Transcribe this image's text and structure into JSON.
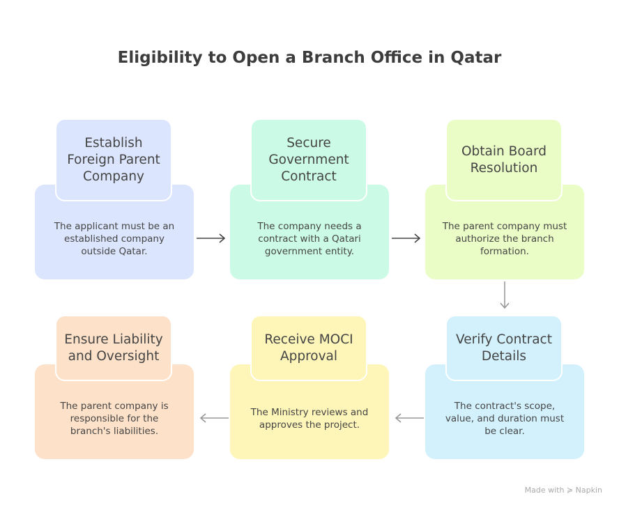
{
  "title": "Eligibility to Open a Branch Office in Qatar",
  "steps": [
    {
      "title": "Establish Foreign Parent Company",
      "text": "The applicant must be an established company outside Qatar.",
      "color": "#dbe5fd"
    },
    {
      "title": "Secure Government Contract",
      "text": "The company needs a contract with a Qatari government entity.",
      "color": "#cbfbe6"
    },
    {
      "title": "Obtain Board Resolution",
      "text": "The parent company must authorize the branch formation.",
      "color": "#ebfdc6"
    },
    {
      "title": "Verify Contract Details",
      "text": "The contract's scope, value, and duration must be clear.",
      "color": "#d2f1fd"
    },
    {
      "title": "Receive MOCI Approval",
      "text": "The Ministry reviews and approves the project.",
      "color": "#fef5b9"
    },
    {
      "title": "Ensure Liability and Oversight",
      "text": "The parent company is responsible for the branch's liabilities.",
      "color": "#fde1c8"
    }
  ],
  "footer": "Made with ≽ Napkin"
}
